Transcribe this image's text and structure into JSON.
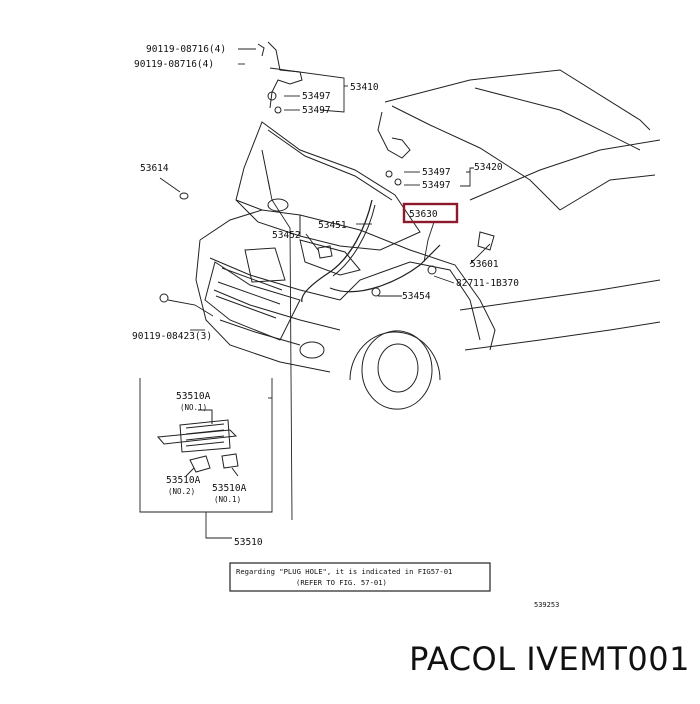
{
  "labels": {
    "p90119_08716_a": "90119-08716(4)",
    "p90119_08716_b": "90119-08716(4)",
    "p53410": "53410",
    "p53497_a": "53497",
    "p53497_b": "53497",
    "p53614": "53614",
    "p53497_c": "53497",
    "p53420": "53420",
    "p53497_d": "53497",
    "p53630": "53630",
    "p53451": "53451",
    "p53452": "53452",
    "p53601": "53601",
    "p82711": "82711-1B370",
    "p53454": "53454",
    "p90119_08423": "90119-08423(3)",
    "p53510A_top": "53510A",
    "no1_top": "(NO.1)",
    "p53510A_left": "53510A",
    "no2": "(NO.2)",
    "p53510A_right": "53510A",
    "no1_bottom": "(NO.1)",
    "p53510": "53510",
    "note_line1": "Regarding \"PLUG HOLE\", it is indicated in FIG57-01",
    "note_line2": "(REFER TO FIG. 57-01)",
    "fig_code": "539253"
  },
  "caption": "PACOL IVEMT001",
  "colors": {
    "highlight": "#8b1a2b",
    "line": "#222222"
  }
}
